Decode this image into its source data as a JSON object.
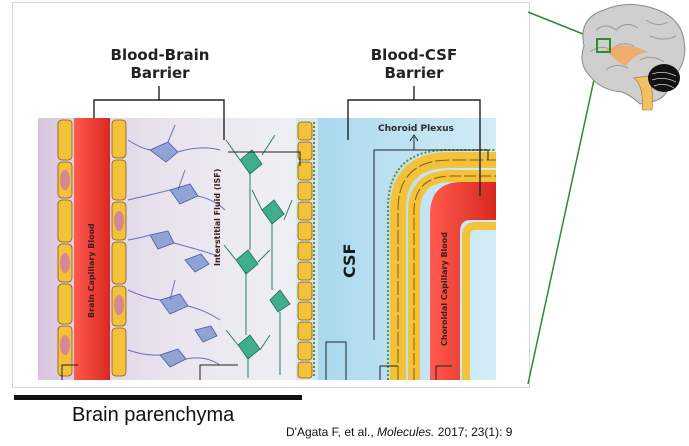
{
  "labels": {
    "bbb_line1": "Blood-Brain",
    "bbb_line2": "Barrier",
    "bcsf_line1": "Blood-CSF",
    "bcsf_line2": "Barrier",
    "choroid_plexus": "Choroid Plexus",
    "brain_capillary_blood": "Brain Capillary Blood",
    "interstitial_fluid": "Interstitial Fluid (ISF)",
    "csf": "CSF",
    "choroidal_capillary_blood": "Choroidal Capillary Blood",
    "brain_parenchyma": "Brain parenchyma"
  },
  "citation": {
    "authors": "D'Agata F, et al.,",
    "journal": "Molecules.",
    "details": "2017; 23(1): 9"
  },
  "colors": {
    "blood": "#e8352e",
    "cell_wall": "#f2c23a",
    "csf": "#bfe3f3",
    "neuron": "#3fae8f",
    "astrocyte": "#8fa3d6",
    "callout_line": "#2e8b2e"
  }
}
